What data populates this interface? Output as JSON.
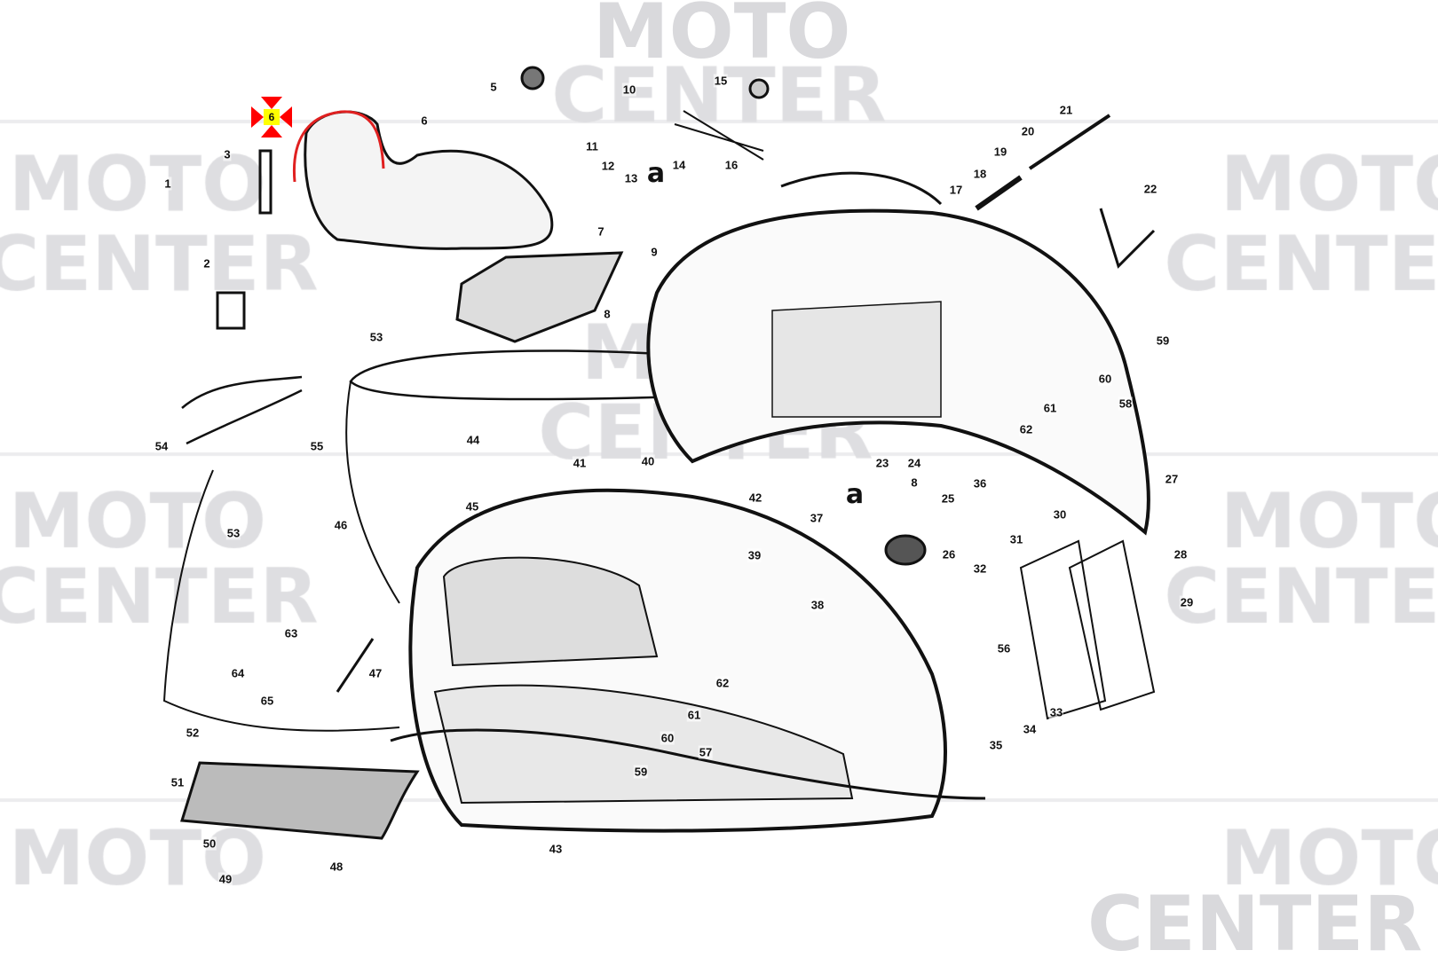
{
  "watermark": {
    "line1": "MOTO",
    "line2": "CENTER"
  },
  "highlight": {
    "part_number": "6",
    "color": "#ffff00",
    "marker_color": "#ff0000",
    "outline_color": "#e02020"
  },
  "callout_letter": "a",
  "part_labels": [
    "1",
    "2",
    "3",
    "6",
    "5",
    "10",
    "11",
    "12",
    "13",
    "14",
    "15",
    "16",
    "7",
    "8",
    "9",
    "17",
    "18",
    "19",
    "20",
    "21",
    "22",
    "53",
    "59",
    "60",
    "58",
    "61",
    "62",
    "54",
    "55",
    "44",
    "45",
    "46",
    "41",
    "40",
    "42",
    "23",
    "24",
    "8",
    "25",
    "36",
    "27",
    "37",
    "39",
    "38",
    "26",
    "30",
    "31",
    "32",
    "28",
    "29",
    "56",
    "53",
    "63",
    "64",
    "47",
    "65",
    "62",
    "61",
    "60",
    "52",
    "57",
    "59",
    "33",
    "34",
    "35",
    "51",
    "50",
    "43",
    "49",
    "48"
  ]
}
